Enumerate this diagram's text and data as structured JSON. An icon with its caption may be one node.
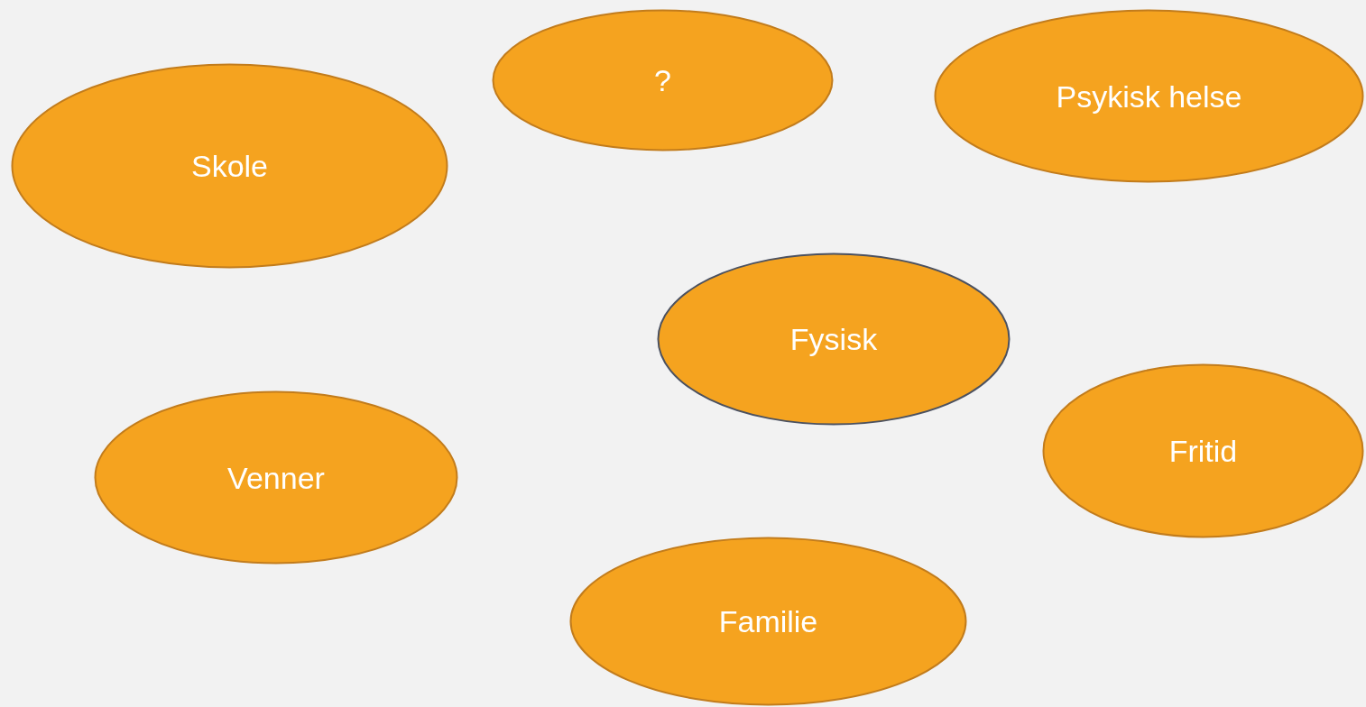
{
  "diagram": {
    "nodes": [
      {
        "text": [
          "?"
        ]
      },
      {
        "text": [
          "Psykisk helse"
        ]
      },
      {
        "text": [
          "Skole"
        ]
      },
      {
        "text": [
          "Fysisk"
        ]
      },
      {
        "text": [
          "Fritid"
        ]
      },
      {
        "text": [
          "Venner"
        ]
      },
      {
        "text": [
          "Familie"
        ]
      }
    ]
  }
}
